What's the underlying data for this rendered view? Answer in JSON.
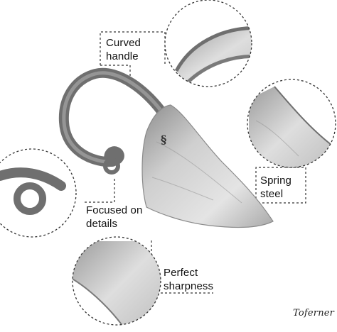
{
  "callouts": {
    "curved_handle": {
      "line1": "Curved",
      "line2": "handle"
    },
    "spring_steel": {
      "line1": "Spring",
      "line2": "steel"
    },
    "focused_details": {
      "line1": "Focused on",
      "line2": "details"
    },
    "perfect_sharpness": {
      "line1": "Perfect",
      "line2": "sharpness"
    }
  },
  "brand": {
    "name": "Toferner"
  },
  "colors": {
    "steel_light": "#d9d9d9",
    "steel_dark": "#6e6e6e",
    "handle": "#7a7a7a",
    "dash": "#333333"
  }
}
